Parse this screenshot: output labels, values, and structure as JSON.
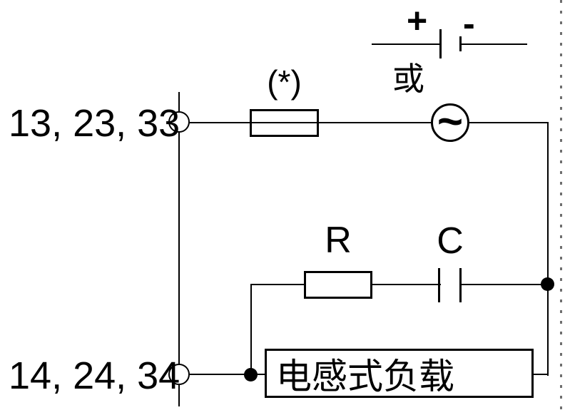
{
  "diagram": {
    "description_labels": {
      "terminal_top": "13, 23, 33",
      "terminal_bottom": "14, 24, 34",
      "fuse_note": "(*)",
      "battery_plus": "+",
      "battery_minus": "-",
      "or_text": "或",
      "ac_source_symbol": "~",
      "resistor": "R",
      "capacitor": "C",
      "inductive_load": "电感式负载"
    },
    "colors": {
      "line": "#000000",
      "background": "#ffffff",
      "page_edge_dash": "#6e6e6e"
    }
  }
}
